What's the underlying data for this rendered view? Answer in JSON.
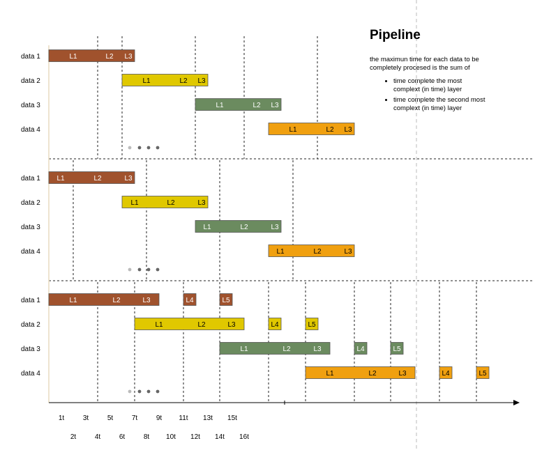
{
  "title": "Pipeline",
  "description": "the maximun time for each data to be completely procesed is the sum of",
  "bullets": [
    "time complete the most complext (in time) layer",
    "time complete the second most complext (in time) layer"
  ],
  "colors": {
    "data1": "#a0522d",
    "data2": "#e0c800",
    "data3": "#6b8b5f",
    "data4": "#f0a010",
    "dot_light": "#bbbbbb",
    "dot_dark": "#666666"
  },
  "panels": [
    {
      "rows": [
        {
          "label": "data 1",
          "segments": [
            "L1",
            "L2",
            "L3"
          ]
        },
        {
          "label": "data 2",
          "segments": [
            "L1",
            "L2",
            "L3"
          ]
        },
        {
          "label": "data 3",
          "segments": [
            "L1",
            "L2",
            "L3"
          ]
        },
        {
          "label": "data 4",
          "segments": [
            "L1",
            "L2",
            "L3"
          ]
        }
      ]
    },
    {
      "rows": [
        {
          "label": "data 1",
          "segments": [
            "L1",
            "L2",
            "L3"
          ]
        },
        {
          "label": "data 2",
          "segments": [
            "L1",
            "L2",
            "L3"
          ]
        },
        {
          "label": "data 3",
          "segments": [
            "L1",
            "L2",
            "L3"
          ]
        },
        {
          "label": "data 4",
          "segments": [
            "L1",
            "L2",
            "L3"
          ]
        }
      ]
    },
    {
      "rows": [
        {
          "label": "data 1",
          "segments": [
            "L1",
            "L2",
            "L3",
            "L4",
            "L5"
          ]
        },
        {
          "label": "data 2",
          "segments": [
            "L1",
            "L2",
            "L3",
            "L4",
            "L5"
          ]
        },
        {
          "label": "data 3",
          "segments": [
            "L1",
            "L2",
            "L3",
            "L4",
            "L5"
          ]
        },
        {
          "label": "data 4",
          "segments": [
            "L1",
            "L2",
            "L3",
            "L4",
            "L5"
          ]
        }
      ]
    }
  ],
  "time_ticks_odd": [
    "1t",
    "3t",
    "5t",
    "7t",
    "9t",
    "11t",
    "13t",
    "15t"
  ],
  "time_ticks_even": [
    "2t",
    "4t",
    "6t",
    "8t",
    "10t",
    "12t",
    "14t",
    "16t"
  ]
}
